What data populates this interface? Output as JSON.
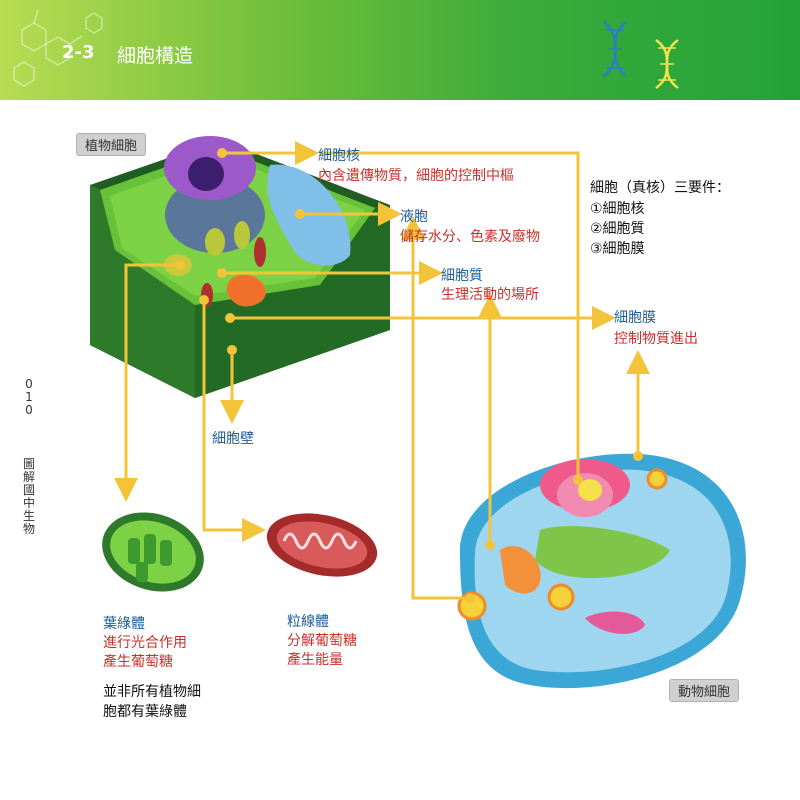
{
  "header": {
    "section_number": "2-3",
    "section_title": "細胞構造"
  },
  "plant_cell": {
    "tag": "植物細胞"
  },
  "animal_cell": {
    "tag": "動物細胞"
  },
  "labels": {
    "nucleus": {
      "title": "細胞核",
      "desc": "內含遺傳物質，細胞的控制中樞"
    },
    "vacuole": {
      "title": "液胞",
      "desc": "儲存水分、色素及廢物"
    },
    "cytoplasm": {
      "title": "細胞質",
      "desc": "生理活動的場所"
    },
    "membrane": {
      "title": "細胞膜",
      "desc": "控制物質進出"
    },
    "cell_wall": {
      "title": "細胞壁"
    },
    "chloroplast": {
      "title": "葉綠體",
      "desc1": "進行光合作用",
      "desc2": "產生葡萄糖"
    },
    "mitochondria": {
      "title": "粒線體",
      "desc1": "分解葡萄糖",
      "desc2": "產生能量"
    }
  },
  "three_parts": {
    "heading": "細胞（真核）三要件：",
    "items": [
      "①細胞核",
      "②細胞質",
      "③細胞膜"
    ]
  },
  "chloroplast_note": {
    "line1": "並非所有植物細",
    "line2": "胞都有葉綠體"
  },
  "side": {
    "page": [
      "0",
      "1",
      "0"
    ],
    "book": [
      "圖",
      "解",
      "國",
      "中",
      "生",
      "物"
    ]
  },
  "colors": {
    "header_start": "#b8dc52",
    "header_end": "#23a23a",
    "connector": "#f3c43a",
    "label_title": "#1a5d9b",
    "label_desc": "#c9312b"
  }
}
